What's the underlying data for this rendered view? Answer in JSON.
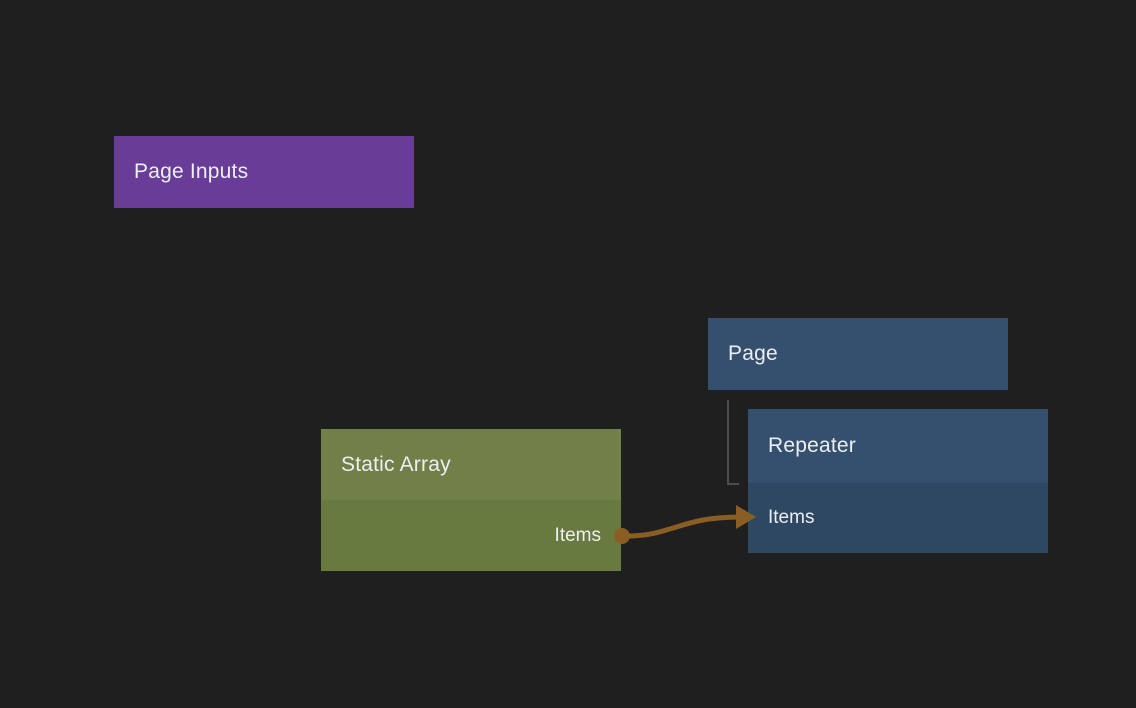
{
  "canvas": {
    "background_color": "#1f1f20",
    "hierarchy_line_color": "#4b4c4e"
  },
  "nodes": {
    "page_inputs": {
      "title": "Page Inputs",
      "color": "#693c97"
    },
    "page": {
      "title": "Page",
      "color": "#34506e"
    },
    "static_array": {
      "title": "Static Array",
      "header_color": "#718048",
      "body_color": "#697a40",
      "output_port_label": "Items"
    },
    "repeater": {
      "title": "Repeater",
      "header_color": "#34506e",
      "body_color": "#2e4862",
      "input_row_label": "Items"
    }
  },
  "edge": {
    "from": "Static Array / Items",
    "to": "Repeater / Items",
    "color": "#8a5e22"
  }
}
